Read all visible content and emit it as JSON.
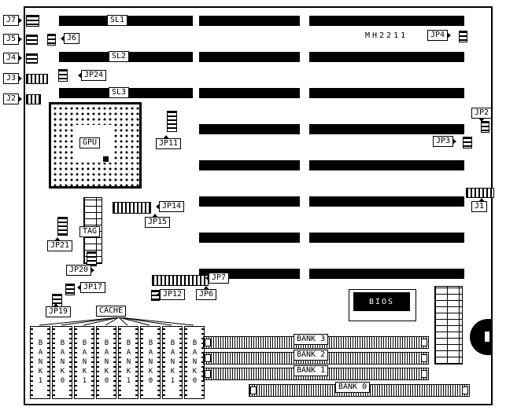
{
  "board": {
    "model": "MH2211"
  },
  "labels": {
    "j1": "J1",
    "j2": "J2",
    "j3": "J3",
    "j4": "J4",
    "j5": "J5",
    "j6": "J6",
    "j7": "J7",
    "jp2": "JP2",
    "jp3": "JP3",
    "jp4": "JP4",
    "jp6": "JP6",
    "jp7": "JP7",
    "jp11": "JP11",
    "jp12": "JP12",
    "jp14": "JP14",
    "jp15": "JP15",
    "jp17": "JP17",
    "jp19": "JP19",
    "jp20": "JP20",
    "jp21": "JP21",
    "jp24": "JP24",
    "sl1": "SL1",
    "sl2": "SL2",
    "sl3": "SL3",
    "gpu": "GPU",
    "tag": "TAG",
    "cache": "CACHE",
    "bios": "BIOS"
  },
  "memory_banks": [
    "BANK 3",
    "BANK 2",
    "BANK 1",
    "BANK 0"
  ],
  "cache_chips": [
    "BANK1",
    "BANK0",
    "BANK1",
    "BANK0",
    "BANK1",
    "BANK0",
    "BANK1",
    "BANK0"
  ],
  "colors": {
    "ink": "#000000",
    "paper": "#ffffff"
  }
}
